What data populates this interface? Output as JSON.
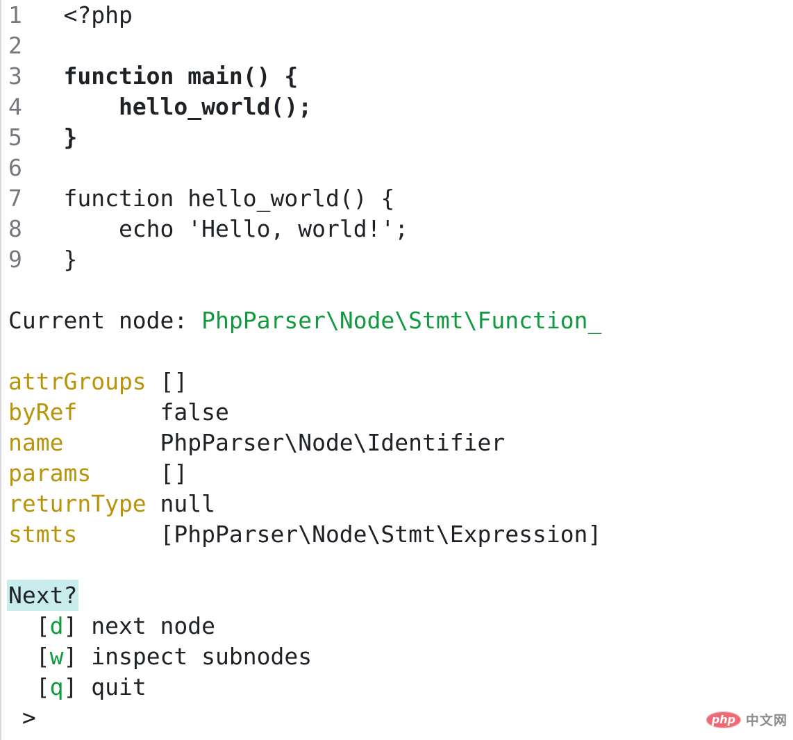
{
  "terminal": {
    "code_lines": [
      {
        "num": "1",
        "code": "<?php",
        "bold": false
      },
      {
        "num": "2",
        "code": "",
        "bold": false
      },
      {
        "num": "3",
        "code": "function main() {",
        "bold": true
      },
      {
        "num": "4",
        "code": "    hello_world();",
        "bold": true
      },
      {
        "num": "5",
        "code": "}",
        "bold": true
      },
      {
        "num": "6",
        "code": "",
        "bold": false
      },
      {
        "num": "7",
        "code": "function hello_world() {",
        "bold": false
      },
      {
        "num": "8",
        "code": "    echo 'Hello, world!';",
        "bold": false
      },
      {
        "num": "9",
        "code": "}",
        "bold": false
      }
    ],
    "current_node": {
      "label": "Current node: ",
      "value": "PhpParser\\Node\\Stmt\\Function_"
    },
    "attributes": [
      {
        "name": "attrGroups",
        "value": "[]"
      },
      {
        "name": "byRef",
        "value": "false"
      },
      {
        "name": "name",
        "value": "PhpParser\\Node\\Identifier"
      },
      {
        "name": "params",
        "value": "[]"
      },
      {
        "name": "returnType",
        "value": "null"
      },
      {
        "name": "stmts",
        "value": "[PhpParser\\Node\\Stmt\\Expression]"
      }
    ],
    "prompt": {
      "question": "Next?",
      "indent": "  ",
      "bracket_open": "[",
      "bracket_close": "] ",
      "options": [
        {
          "key": "d",
          "label": "next node"
        },
        {
          "key": "w",
          "label": "inspect subnodes"
        },
        {
          "key": "q",
          "label": "quit"
        }
      ],
      "input_prefix": " >"
    }
  },
  "watermark": {
    "logo_text": "php",
    "site_text": "中文网"
  },
  "colors": {
    "text": "#1e2227",
    "line_number": "#75787c",
    "class_green": "#109a3e",
    "attr_gold": "#b99309",
    "highlight": "#c9ecec",
    "logo_pink": "#ec6b76",
    "site_gray": "#8c8c8c"
  }
}
